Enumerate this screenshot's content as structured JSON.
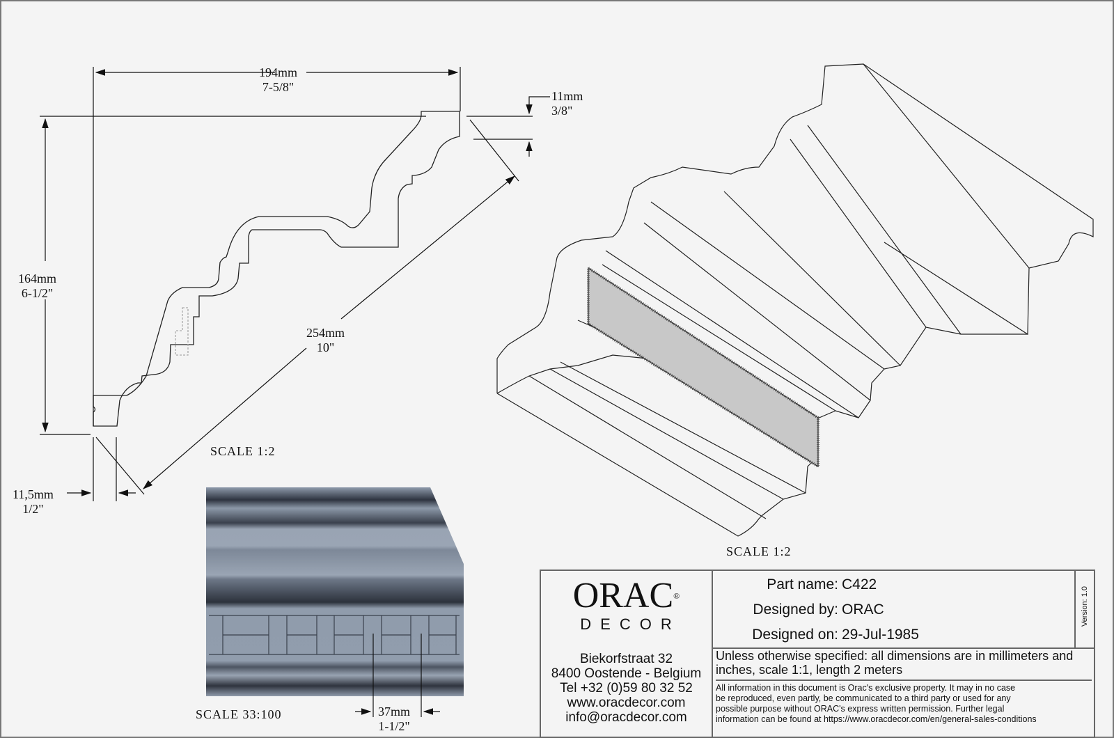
{
  "profile_view": {
    "width_dim": {
      "mm": "194mm",
      "inch": "7-5/8\""
    },
    "height_dim": {
      "mm": "164mm",
      "inch": "6-1/2\""
    },
    "diagonal_dim": {
      "mm": "254mm",
      "inch": "10\""
    },
    "top_offset_dim": {
      "mm": "11mm",
      "inch": "3/8\""
    },
    "bottom_offset_dim": {
      "mm": "11,5mm",
      "inch": "1/2\""
    },
    "scale_label": "SCALE  1:2"
  },
  "iso_view": {
    "scale_label": "SCALE  1:2"
  },
  "detail_view": {
    "dim": {
      "mm": "37mm",
      "inch": "1-1/2\""
    },
    "scale_label": "SCALE  33:100"
  },
  "title_block": {
    "logo": {
      "main": "ORAC",
      "sub": "DECOR",
      "registered": "®"
    },
    "address": [
      "Biekorfstraat 32",
      "8400 Oostende - Belgium",
      "Tel  +32 (0)59 80 32 52",
      "www.oracdecor.com",
      "info@oracdecor.com"
    ],
    "fields": [
      {
        "label": "Part name:",
        "value": "C422"
      },
      {
        "label": "Designed by:",
        "value": "ORAC"
      },
      {
        "label": "Designed on:",
        "value": "29-Jul-1985"
      }
    ],
    "version": "Version: 1.0",
    "note": "Unless otherwise specified: all dimensions are in millimeters and inches, scale 1:1, length 2 meters",
    "legal": [
      "All information in this document is Orac's exclusive property.  It may in no case",
      "be reproduced, even partly, be communicated to a third party or used for any",
      "possible purpose without ORAC's express written permission. Further legal",
      "information can be found at https://www.oracdecor.com/en/general-sales-conditions"
    ]
  }
}
